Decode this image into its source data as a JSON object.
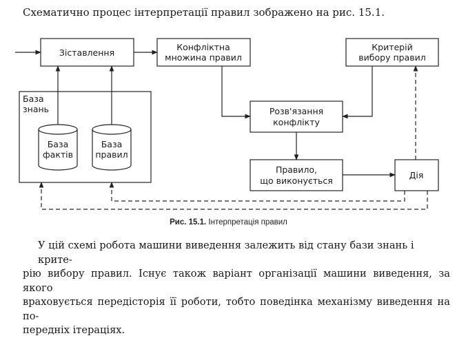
{
  "intro_text": "Схематично процес інтерпретації правил зображено на рис. 15.1.",
  "diagram": {
    "matching": "Зіставлення",
    "conflict_set_line1": "Конфліктна",
    "conflict_set_line2": "множина правил",
    "criterion_line1": "Критерій",
    "criterion_line2": "вибору правил",
    "knowledge_base_line1": "База",
    "knowledge_base_line2": "знань",
    "facts_line1": "База",
    "facts_line2": "фактів",
    "rules_line1": "База",
    "rules_line2": "правил",
    "resolution_line1": "Розв'язання",
    "resolution_line2": "конфлікту",
    "executed_line1": "Правило,",
    "executed_line2": "що виконується",
    "action": "Дія"
  },
  "caption": {
    "label": "Рис. 15.1.",
    "text": "Інтерпретація правил"
  },
  "paragraph": {
    "line1": "У цій схемі робота машини виведення залежить від стану бази знань і крите-",
    "line2": "рію вибору правил. Існує також варіант організації машини виведення, за якого",
    "line3": "враховується передісторія її роботи, тобто поведінка механізму виведення на по-",
    "line4": "передніх ітераціях."
  }
}
